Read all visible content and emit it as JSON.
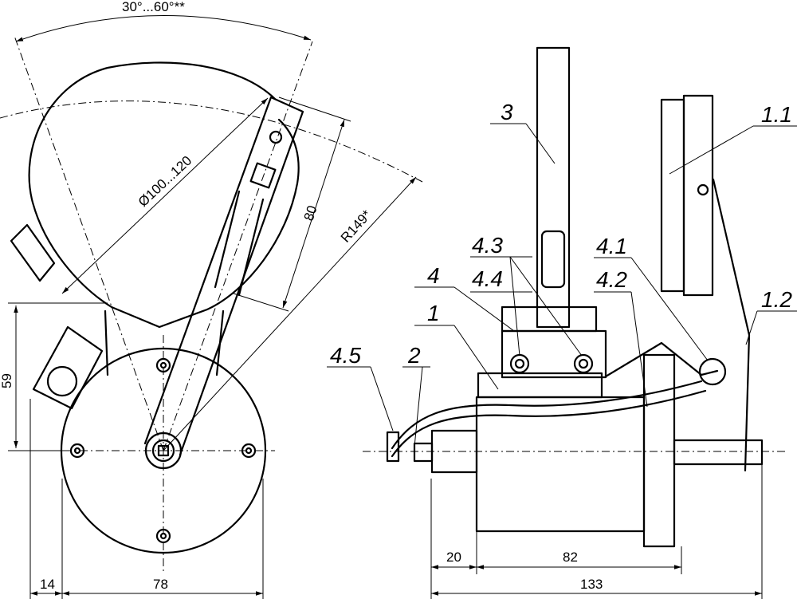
{
  "dimensions": {
    "angle": "30°...60°**",
    "diameter": "Ø100...120",
    "lever_length": "80",
    "radius": "R149*",
    "height": "59",
    "left_offset": "14",
    "width_front": "78",
    "side_offset": "20",
    "body_length": "82",
    "total_length": "133"
  },
  "position_labels": {
    "p1": "1",
    "p1_1": "1.1",
    "p1_2": "1.2",
    "p2": "2",
    "p3": "3",
    "p4": "4",
    "p4_1": "4.1",
    "p4_2": "4.2",
    "p4_3": "4.3",
    "p4_4": "4.4",
    "p4_5": "4.5"
  }
}
